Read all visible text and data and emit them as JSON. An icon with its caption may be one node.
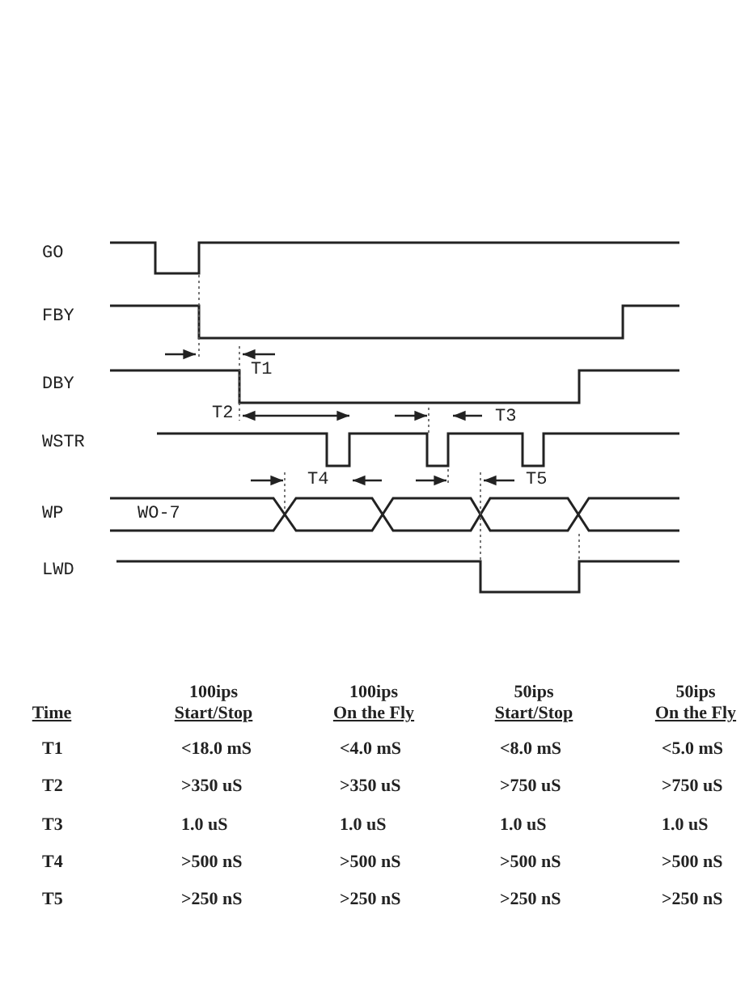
{
  "diagram": {
    "labels": [
      "GO",
      "FBY",
      "DBY",
      "T1",
      "T2",
      "T3",
      "WSTR",
      "T4",
      "T5",
      "WP",
      "WO-7",
      "LWD",
      "Time",
      "100ips Start/Stop",
      "100ips On the Fly",
      "50ips Start/Stop",
      "50ips On the Fly",
      "T1",
      "<18.0 mS",
      "<4.0 mS",
      "<8.0 mS",
      "<5.0 mS",
      "T2",
      ">350 uS",
      ">350 uS",
      ">750 uS",
      ">750 uS",
      "T3",
      "1.0 uS",
      "1.0 uS",
      "1.0 uS",
      "1.0 uS",
      "T4",
      ">500 nS",
      ">500 nS",
      ">500 nS",
      ">500 nS",
      "T5",
      ">250 nS",
      ">250 nS",
      ">250 nS",
      ">250 nS"
    ]
  }
}
